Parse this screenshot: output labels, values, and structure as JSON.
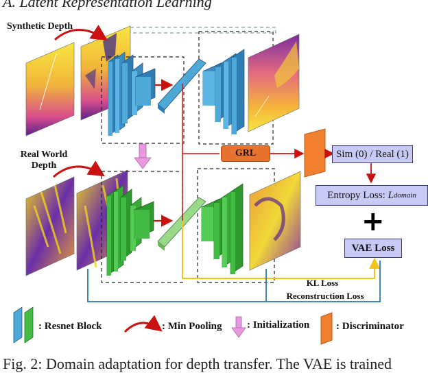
{
  "section_title": "A. Latent Representation Learning",
  "labels": {
    "synthetic_depth": "Synthetic Depth",
    "real_world_depth": "Real World Depth",
    "grl": "GRL",
    "sim_real": "Sim (0) / Real (1)",
    "entropy_loss_prefix": "Entropy Loss: ",
    "entropy_loss_symbol": "L",
    "entropy_loss_sub": "domain",
    "plus": "+",
    "vae_loss": "VAE Loss",
    "kl_loss": "KL Loss",
    "reconstruction_loss": "Reconstruction Loss"
  },
  "legend": {
    "resnet_block": ": Resnet Block",
    "min_pooling": ": Min Pooling",
    "initialization": ": Initialization",
    "discriminator": ": Discriminator"
  },
  "caption": "Fig. 2: Domain adaptation for depth transfer. The VAE is trained",
  "colors": {
    "blue_block": "#4ea8d8",
    "green_block": "#44bb44",
    "grl": "#e8732e",
    "discriminator": "#f08030",
    "loss_box": "#c9c9f5",
    "red_arrow": "#cc1111",
    "yellow_line": "#f2c21b",
    "blue_line": "#2a7ab0",
    "init_arrow": "#e89ae0"
  }
}
